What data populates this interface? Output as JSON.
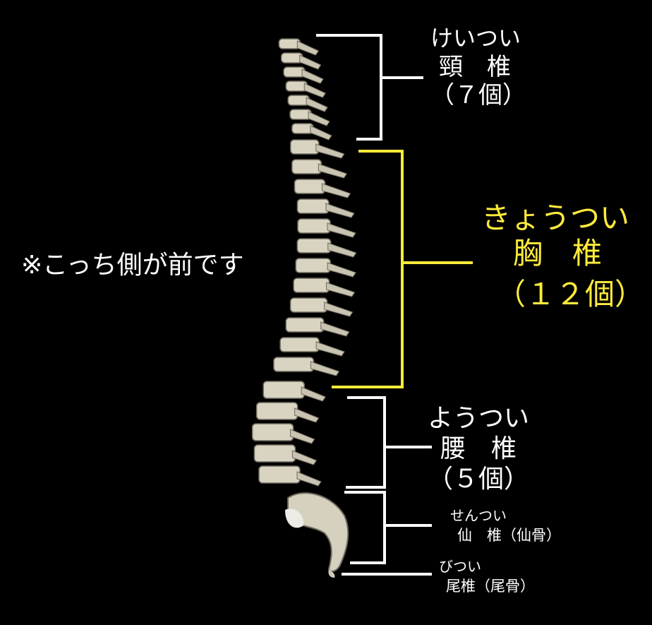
{
  "note": "※こっち側が前です",
  "colors": {
    "background": "#000000",
    "white": "#ffffff",
    "highlight": "#ffeb3b",
    "bone": "#d9d3c2"
  },
  "regions": [
    {
      "id": "cervical",
      "reading": "けいつい",
      "name": "頸　椎",
      "count": "（７個）",
      "highlight": false
    },
    {
      "id": "thoracic",
      "reading": "きょうつい",
      "name": "胸　椎",
      "count": "（１２個）",
      "highlight": true
    },
    {
      "id": "lumbar",
      "reading": "ようつい",
      "name": "腰　椎",
      "count": "（５個）",
      "highlight": false
    },
    {
      "id": "sacral",
      "reading": "せんつい",
      "name": "仙　椎（仙骨）",
      "highlight": false
    },
    {
      "id": "coccyx",
      "reading": "びつい",
      "name": "尾椎（尾骨）",
      "highlight": false
    }
  ]
}
